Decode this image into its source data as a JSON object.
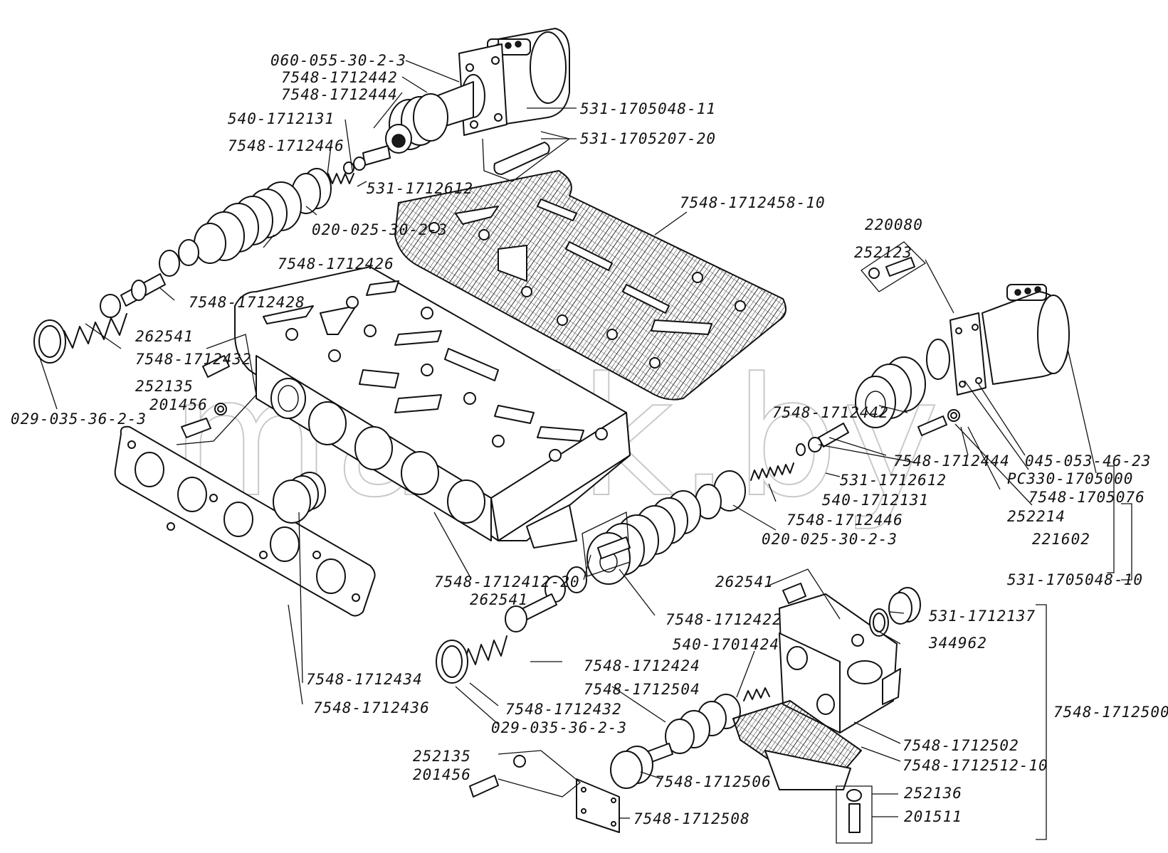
{
  "watermark": "mazik.by",
  "labels": {
    "p060_055_30_2_3_top": "060-055-30-2-3",
    "p7548_1712442_top": "7548-1712442",
    "p7548_1712444_top": "7548-1712444",
    "p540_1712131_top": "540-1712131",
    "p7548_1712446_top": "7548-1712446",
    "p531_1705048_11": "531-1705048-11",
    "p531_1705207_20": "531-1705207-20",
    "p531_1712612_top": "531-1712612",
    "p020_025_30_2_3_top": "020-025-30-2-3",
    "p7548_1712426": "7548-1712426",
    "p7548_1712428": "7548-1712428",
    "p7548_1712458_10": "7548-1712458-10",
    "p262541_left": "262541",
    "p7548_1712432_left": "7548-1712432",
    "p252135_left": "252135",
    "p201456_left": "201456",
    "p029_035_36_2_3_left": "029-035-36-2-3",
    "p220080": "220080",
    "p252123": "252123",
    "p7548_1712442_right": "7548-1712442",
    "p7548_1712444_right": "7548-1712444",
    "p531_1712612_right": "531-1712612",
    "p540_1712131_right": "540-1712131",
    "p7548_1712446_right": "7548-1712446",
    "p020_025_30_2_3_right": "020-025-30-2-3",
    "p045_053_46_23": "045-053-46-23",
    "pPC330_1705000": "PC330-1705000",
    "p7548_1705076": "7548-1705076",
    "p252214": "252214",
    "p221602": "221602",
    "p531_1705048_10": "531-1705048-10",
    "p7548_1712412_20": "7548-1712412-20",
    "p262541_mid": "262541",
    "p262541_right": "262541",
    "p7548_1712422": "7548-1712422",
    "p531_1712137": "531-1712137",
    "p344962": "344962",
    "p540_1701424": "540-1701424",
    "p7548_1712424": "7548-1712424",
    "p7548_1712504": "7548-1712504",
    "p7548_1712432_bottom": "7548-1712432",
    "p029_035_36_2_3_bottom": "029-035-36-2-3",
    "p7548_1712500": "7548-1712500",
    "p7548_1712434": "7548-1712434",
    "p7548_1712436": "7548-1712436",
    "p7548_1712502": "7548-1712502",
    "p7548_1712512_10": "7548-1712512-10",
    "p252135_bottom": "252135",
    "p201456_bottom": "201456",
    "p7548_1712506": "7548-1712506",
    "p252136": "252136",
    "p201511": "201511",
    "p7548_1712508": "7548-1712508"
  }
}
